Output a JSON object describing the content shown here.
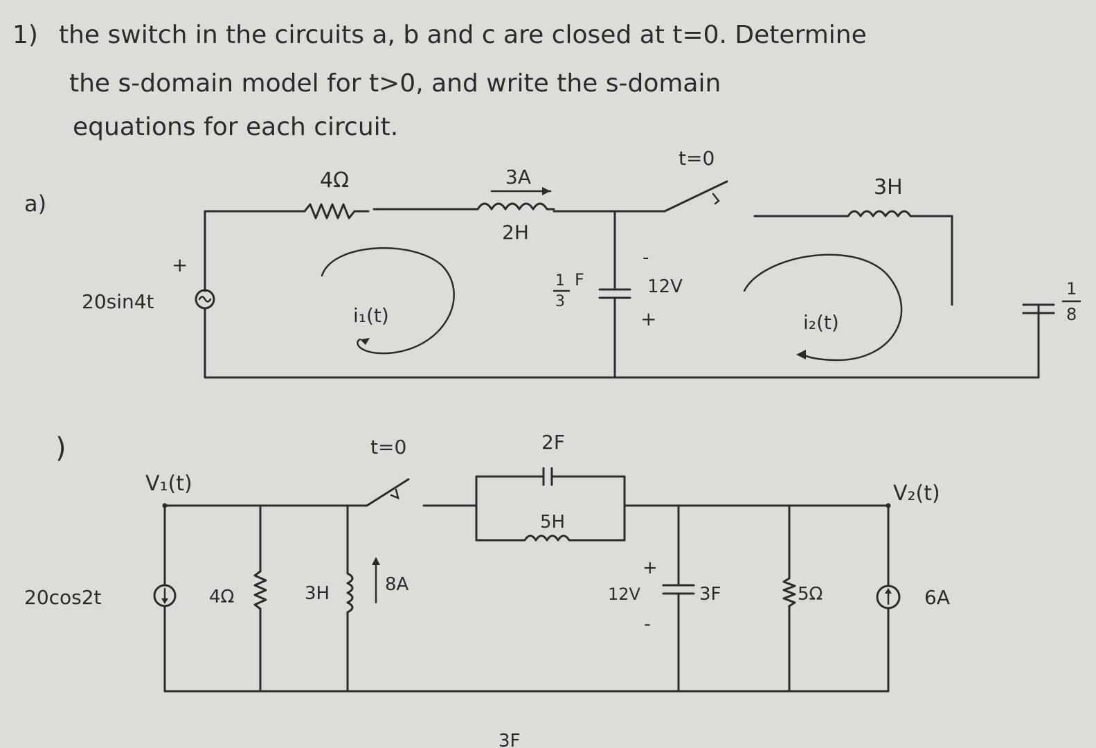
{
  "problem": {
    "number": "1)",
    "line1": "the switch in the circuits a, b and c are closed at t=0. Determine",
    "line2": "the s-domain model for t>0, and write the s-domain",
    "line3": "equations for each circuit."
  },
  "circuit_a": {
    "label": "a)",
    "source_plus": "+",
    "source_value": "20sin4t",
    "resistor": "4Ω",
    "inductor_current": "3A",
    "inductor": "2H",
    "capacitor": "1/3 F",
    "cap_cap_num": "1",
    "cap_cap_den": "3",
    "cap_unit": "F",
    "cap_voltage": "12V",
    "cap_minus": "-",
    "cap_plus": "+",
    "switch_time": "t=0",
    "loop1": "i₁(t)",
    "loop2": "i₂(t)",
    "inductor2": "3H",
    "capacitor2_num": "1",
    "capacitor2_den": "8"
  },
  "circuit_b": {
    "label": ")",
    "node1": "V₁(t)",
    "node2": "V₂(t)",
    "source": "20cos2t",
    "resistor1": "4Ω",
    "inductor1": "3H",
    "inductor1_current": "8A",
    "switch_time": "t=0",
    "capacitor_top": "2F",
    "inductor_mid": "5H",
    "cap_voltage": "12V",
    "cap_plus": "+",
    "cap_minus": "-",
    "capacitor_right": "3F",
    "resistor2": "5Ω",
    "current_source": "6A",
    "cut_text": "3F"
  }
}
